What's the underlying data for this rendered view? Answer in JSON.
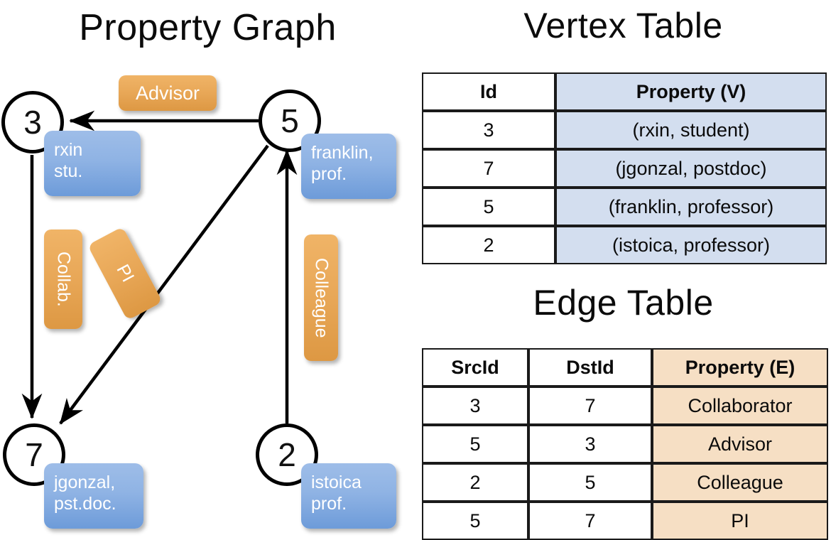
{
  "titles": {
    "property_graph": "Property Graph",
    "vertex_table": "Vertex Table",
    "edge_table": "Edge Table"
  },
  "graph": {
    "vertices": [
      {
        "id": "3",
        "property": "rxin\nstu.",
        "name": "rxin",
        "role": "stu."
      },
      {
        "id": "5",
        "property": "franklin, prof.",
        "name": "franklin,",
        "role": "prof."
      },
      {
        "id": "7",
        "property": "jgonzal, pst.doc.",
        "name": "jgonzal,",
        "role": "pst.doc."
      },
      {
        "id": "2",
        "property": "istoica prof.",
        "name": "istoica",
        "role": "prof."
      }
    ],
    "edge_labels": {
      "advisor": "Advisor",
      "collab": "Collab.",
      "pi": "PI",
      "colleague": "Colleague"
    },
    "edges": [
      {
        "from": "5",
        "to": "3",
        "label": "Advisor"
      },
      {
        "from": "3",
        "to": "7",
        "label": "Collab."
      },
      {
        "from": "5",
        "to": "7",
        "label": "PI"
      },
      {
        "from": "2",
        "to": "5",
        "label": "Colleague"
      }
    ]
  },
  "vertex_table": {
    "headers": [
      "Id",
      "Property (V)"
    ],
    "rows": [
      {
        "id": "3",
        "property": "(rxin, student)"
      },
      {
        "id": "7",
        "property": "(jgonzal, postdoc)"
      },
      {
        "id": "5",
        "property": "(franklin, professor)"
      },
      {
        "id": "2",
        "property": "(istoica, professor)"
      }
    ]
  },
  "edge_table": {
    "headers": [
      "SrcId",
      "DstId",
      "Property (E)"
    ],
    "rows": [
      {
        "src": "3",
        "dst": "7",
        "property": "Collaborator"
      },
      {
        "src": "5",
        "dst": "3",
        "property": "Advisor"
      },
      {
        "src": "2",
        "dst": "5",
        "property": "Colleague"
      },
      {
        "src": "5",
        "dst": "7",
        "property": "PI"
      }
    ]
  },
  "colors": {
    "vertex_property_fill": "#8fb3e4",
    "edge_label_fill": "#e8a757",
    "vertex_table_property_fill": "#d3deef",
    "edge_table_property_fill": "#f6dfc4",
    "stroke": "#000000",
    "background": "#ffffff"
  }
}
